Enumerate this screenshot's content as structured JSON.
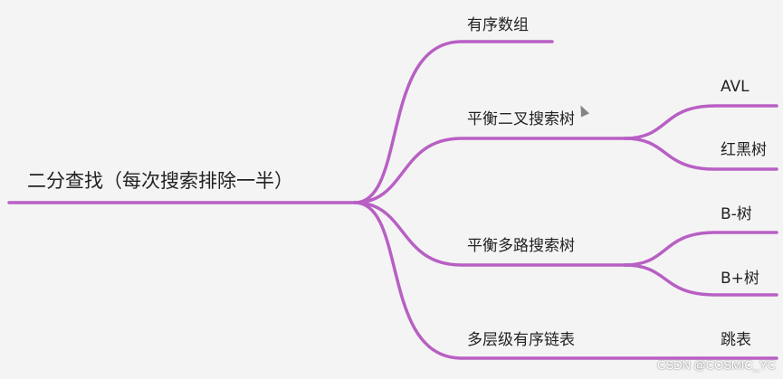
{
  "root": {
    "label": "二分查找（每次搜索排除一半）"
  },
  "branches": [
    {
      "label": "有序数组",
      "children": []
    },
    {
      "label": "平衡二叉搜索树",
      "children": [
        "AVL",
        "红黑树"
      ]
    },
    {
      "label": "平衡多路搜索树",
      "children": [
        "B-树",
        "B+树"
      ]
    },
    {
      "label": "多层级有序链表",
      "children": [
        "跳表"
      ]
    }
  ],
  "watermark": "CSDN @COSMIC_YC",
  "colors": {
    "line": "#b85fc4",
    "text": "#222222",
    "background": "#f4f4f4"
  }
}
